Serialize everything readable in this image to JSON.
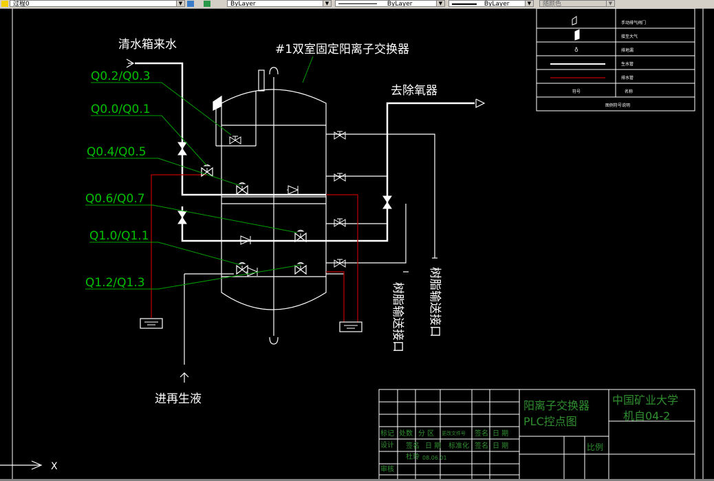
{
  "toolbar": {
    "layer_combo": "过程0",
    "linetype_combo": "ByLayer",
    "lineweight_combo": "ByLayer",
    "plotstyle_combo": "ByLayer",
    "color_combo": "随颜色"
  },
  "drawing": {
    "title": "#1双室固定阳离子交换器",
    "inlet_label": "清水箱来水",
    "outlet_label": "去除氧器",
    "regen_label": "进再生液",
    "resin_port_1": "树脂输送接口",
    "resin_port_2": "树脂输送接口",
    "plc_labels": [
      "Q0.2/Q0.3",
      "Q0.0/Q0.1",
      "Q0.4/Q0.5",
      "Q0.6/Q0.7",
      "Q1.0/Q1.1",
      "Q1.2/Q1.3"
    ]
  },
  "legend": {
    "rows": [
      "手动排气阀门",
      "接至大气",
      "排地漏",
      "生水管",
      "排水管"
    ],
    "row6_left": "符号",
    "row6_right": "名称",
    "caption": "图例符号说明"
  },
  "title_block": {
    "drawing_name_line1": "阳离子交换器",
    "drawing_name_line2": "PLC控点图",
    "school_line1": "中国矿业大学",
    "school_line2": "机自04-2",
    "headers": [
      "标记",
      "处数",
      "分 区",
      "更改文件号",
      "签名",
      "日 期"
    ],
    "row2": [
      "设计",
      "签名",
      "日 期",
      "标准化",
      "签名",
      "日 期"
    ],
    "designer": "杜玲",
    "date": "08.06.01",
    "review": "审核",
    "scale_label": "比例"
  },
  "ucs": {
    "x_label": "X"
  },
  "colors": {
    "pipe": "#ffffff",
    "drain": "#c00000",
    "leader": "#00a000",
    "plc_text": "#00c000"
  }
}
